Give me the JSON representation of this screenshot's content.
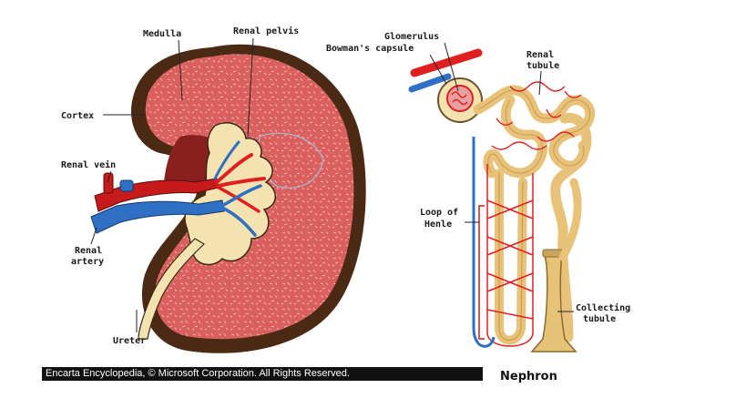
{
  "labels": {
    "medulla": "Medulla",
    "renal_pelvis": "Renal pelvis",
    "cortex": "Cortex",
    "renal_vein": "Renal vein",
    "renal_artery_1": "Renal",
    "renal_artery_2": "artery",
    "ureter": "Ureter",
    "glomerulus": "Glomerulus",
    "bowmans_capsule": "Bowman's capsule",
    "renal_tubule_1": "Renal",
    "renal_tubule_2": "tubule",
    "loop_of_henle_1": "Loop of",
    "loop_of_henle_2": "Henle",
    "collecting_tubule_1": "Collecting",
    "collecting_tubule_2": "tubule",
    "nephron": "Nephron"
  },
  "credit": "Encarta Encyclopedia, © Microsoft Corporation. All Rights Reserved.",
  "colors": {
    "kidney_outline": "#4a2a14",
    "kidney_fill": "#d9605f",
    "medulla_dark": "#8a1f1f",
    "pelvis_cream": "#f4e2b0",
    "tubule_tan": "#e9c27a",
    "artery_red": "#e02020",
    "vein_blue": "#2f6fc4"
  }
}
